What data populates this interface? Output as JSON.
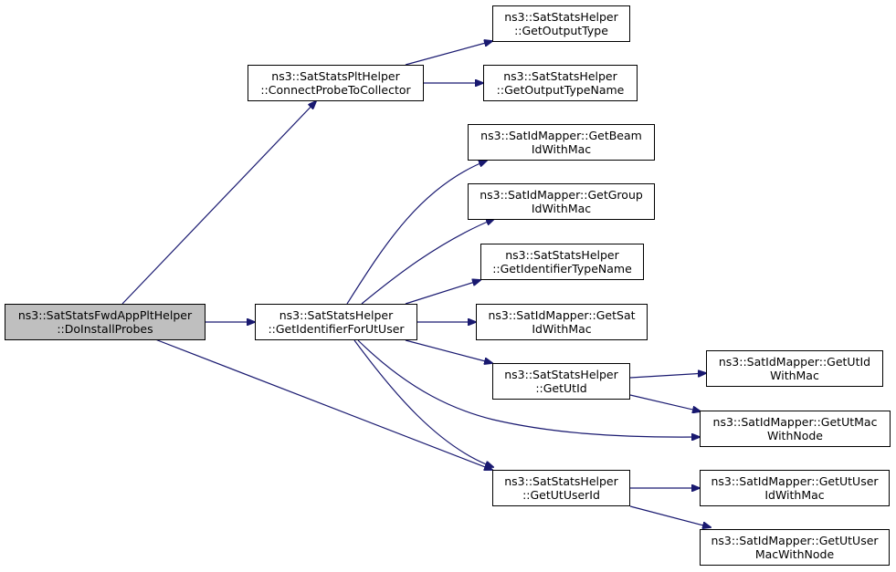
{
  "colors": {
    "edge": "#191970",
    "node_border": "#000000",
    "root_fill": "#bfbfbf",
    "node_fill": "#ffffff"
  },
  "nodes": {
    "do_install_probes": {
      "line1": "ns3::SatStatsFwdAppPltHelper",
      "line2": "::DoInstallProbes"
    },
    "connect_probe_to_collector": {
      "line1": "ns3::SatStatsPltHelper",
      "line2": "::ConnectProbeToCollector"
    },
    "get_output_type": {
      "line1": "ns3::SatStatsHelper",
      "line2": "::GetOutputType"
    },
    "get_output_type_name": {
      "line1": "ns3::SatStatsHelper",
      "line2": "::GetOutputTypeName"
    },
    "get_identifier_for_ut_user": {
      "line1": "ns3::SatStatsHelper",
      "line2": "::GetIdentifierForUtUser"
    },
    "get_beam_id_with_mac": {
      "line1": "ns3::SatIdMapper::GetBeam",
      "line2": "IdWithMac"
    },
    "get_group_id_with_mac": {
      "line1": "ns3::SatIdMapper::GetGroup",
      "line2": "IdWithMac"
    },
    "get_identifier_type_name": {
      "line1": "ns3::SatStatsHelper",
      "line2": "::GetIdentifierTypeName"
    },
    "get_sat_id_with_mac": {
      "line1": "ns3::SatIdMapper::GetSat",
      "line2": "IdWithMac"
    },
    "get_ut_id": {
      "line1": "ns3::SatStatsHelper",
      "line2": "::GetUtId"
    },
    "get_ut_id_with_mac": {
      "line1": "ns3::SatIdMapper::GetUtId",
      "line2": "WithMac"
    },
    "get_ut_mac_with_node": {
      "line1": "ns3::SatIdMapper::GetUtMac",
      "line2": "WithNode"
    },
    "get_ut_user_id": {
      "line1": "ns3::SatStatsHelper",
      "line2": "::GetUtUserId"
    },
    "get_ut_user_id_with_mac": {
      "line1": "ns3::SatIdMapper::GetUtUser",
      "line2": "IdWithMac"
    },
    "get_ut_user_mac_with_node": {
      "line1": "ns3::SatIdMapper::GetUtUser",
      "line2": "MacWithNode"
    }
  }
}
